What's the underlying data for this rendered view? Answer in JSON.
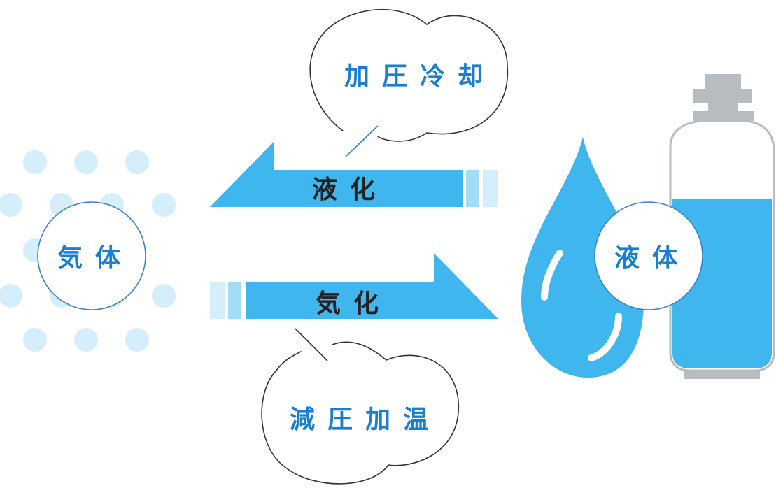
{
  "gas": {
    "label": "気体"
  },
  "liquid": {
    "label": "液体"
  },
  "arrows": {
    "liquefaction": {
      "label": "液化"
    },
    "vaporization": {
      "label": "気化"
    }
  },
  "bubbles": {
    "top": {
      "label": "加圧冷却"
    },
    "bottom": {
      "label": "減圧加温"
    }
  },
  "colors": {
    "accent_blue": "#3fb6ee",
    "light_blue": "#a3dcf7",
    "pale_blue": "#d4eefb",
    "text_blue": "#1a7fcf",
    "text_dark": "#222222",
    "outline_blue": "#3a82cf",
    "gray": "#b7bcc0",
    "outline_dark": "#333333"
  }
}
